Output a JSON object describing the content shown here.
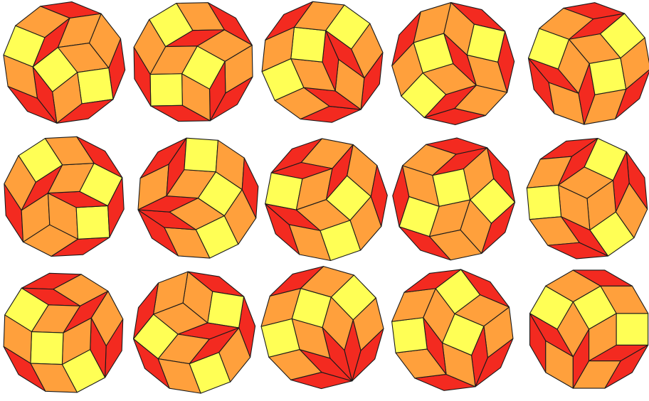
{
  "colors": {
    "square": "#ffff55",
    "wide_rhomb": "#ffa03c",
    "thin_rhomb": "#f32a20",
    "edge": "#1a1a1a",
    "background": "#ffffff"
  },
  "figure": {
    "rows": 3,
    "columns": 5,
    "shape": "dodecagon",
    "tiles_per_dodecagon": {
      "square": 3,
      "wide_rhomb": 6,
      "thin_rhomb": 6
    }
  },
  "tilings": [
    {
      "seed": 1,
      "squares": 3,
      "variant": "A"
    },
    {
      "seed": 2,
      "squares": 3,
      "variant": "B"
    },
    {
      "seed": 3,
      "squares": 3,
      "variant": "C"
    },
    {
      "seed": 4,
      "squares": 3,
      "variant": "D"
    },
    {
      "seed": 5,
      "squares": 3,
      "variant": "E"
    },
    {
      "seed": 6,
      "squares": 3,
      "variant": "F"
    },
    {
      "seed": 7,
      "squares": 3,
      "variant": "G"
    },
    {
      "seed": 8,
      "squares": 3,
      "variant": "H"
    },
    {
      "seed": 9,
      "squares": 3,
      "variant": "I"
    },
    {
      "seed": 10,
      "squares": 3,
      "variant": "J"
    },
    {
      "seed": 11,
      "squares": 3,
      "variant": "K"
    },
    {
      "seed": 12,
      "squares": 3,
      "variant": "L"
    },
    {
      "seed": 13,
      "squares": 3,
      "variant": "M"
    },
    {
      "seed": 14,
      "squares": 3,
      "variant": "N"
    },
    {
      "seed": 15,
      "squares": 3,
      "variant": "O"
    }
  ]
}
